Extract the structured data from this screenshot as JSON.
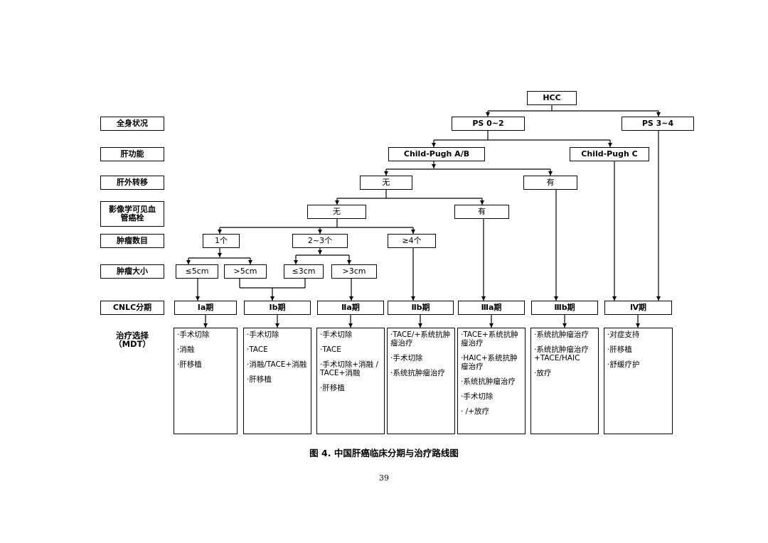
{
  "rows": {
    "performance": "全身状况",
    "liver_function": "肝功能",
    "extrahepatic": "肝外转移",
    "vascular": "影像学可见血\n管癌栓",
    "tumor_count": "肿瘤数目",
    "tumor_size": "肿瘤大小",
    "cnlc": "CNLC分期",
    "treatment": "治疗选择\n（MDT）"
  },
  "nodes": {
    "hcc": "HCC",
    "ps02": "PS  0~2",
    "ps34": "PS  3~4",
    "cpab": "Child-Pugh A/B",
    "cpc": "Child-Pugh C",
    "ext_no": "无",
    "ext_yes": "有",
    "vas_no": "无",
    "vas_yes": "有",
    "n1": "1个",
    "n23": "2~3个",
    "n4": "≥4个",
    "le5": "≤5cm",
    "gt5": ">5cm",
    "le3": "≤3cm",
    "gt3": ">3cm"
  },
  "stages": {
    "Ia": "Ⅰa期",
    "Ib": "Ⅰb期",
    "IIa": "Ⅱa期",
    "IIb": "Ⅱb期",
    "IIIa": "Ⅲa期",
    "IIIb": "Ⅲb期",
    "IV": "Ⅳ期"
  },
  "treatments": {
    "Ia": [
      "·手术切除",
      "·消融",
      "·肝移植"
    ],
    "Ib": [
      "·手术切除",
      "·TACE",
      "·消融/TACE+消融",
      "·肝移植"
    ],
    "IIa": [
      "·手术切除",
      "·TACE",
      "·手术切除+消融 /\nTACE+消融",
      "·肝移植"
    ],
    "IIb": [
      "·TACE/+系统抗肿\n瘤治疗",
      "·手术切除",
      "·系统抗肿瘤治疗"
    ],
    "IIIa": [
      "·TACE+系统抗肿\n瘤治疗",
      "·HAIC+系统抗肿\n瘤治疗",
      "·系统抗肿瘤治疗",
      "·手术切除",
      "· /+放疗"
    ],
    "IIIb": [
      "·系统抗肿瘤治疗",
      "·系统抗肿瘤治疗\n+TACE/HAIC",
      "·放疗"
    ],
    "IV": [
      "·对症支持",
      "·肝移植",
      "·舒缓疗护"
    ]
  },
  "caption": "图 4.  中国肝癌临床分期与治疗路线图",
  "page_number": "39"
}
